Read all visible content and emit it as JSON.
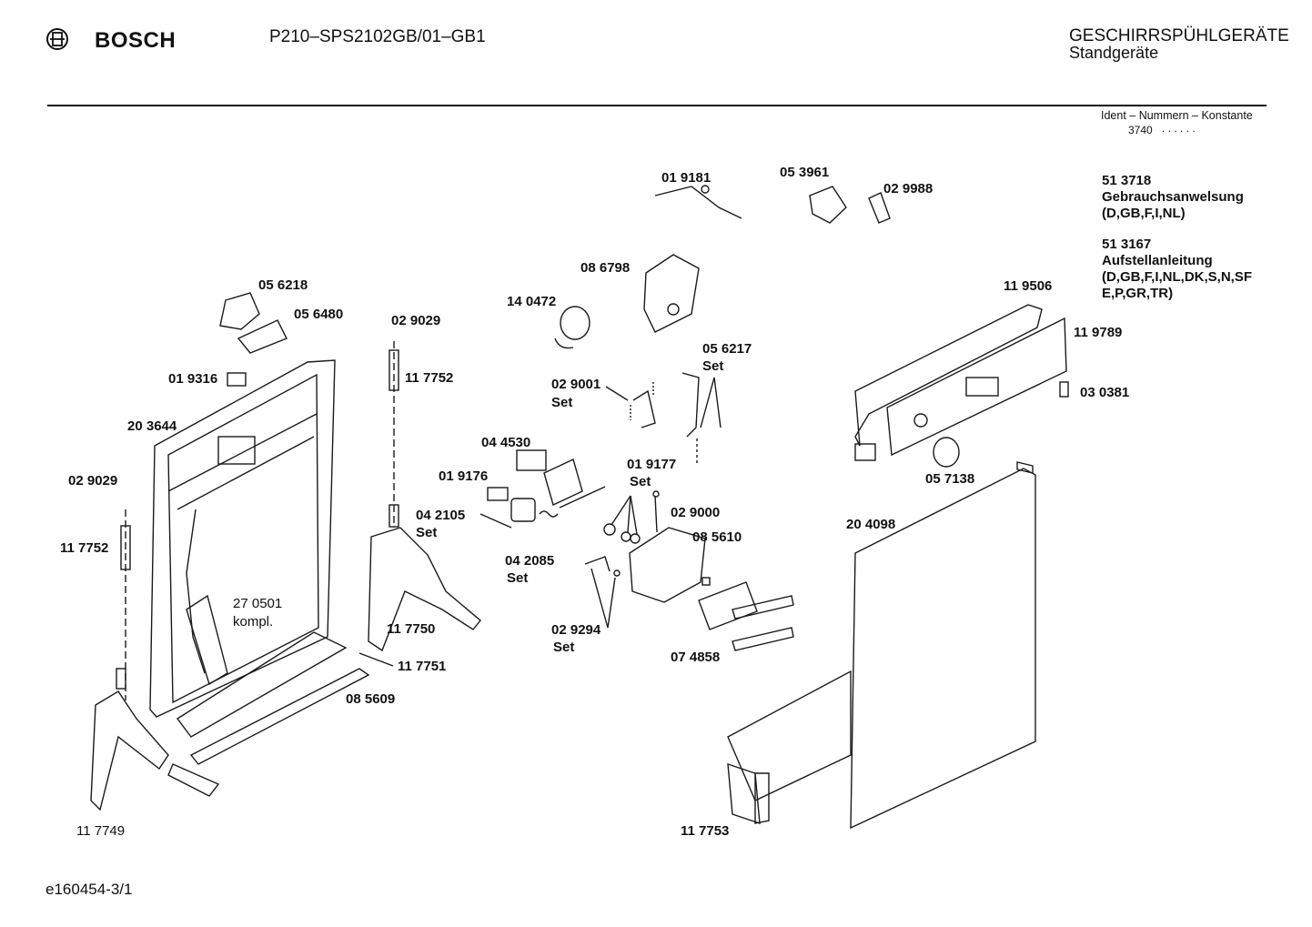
{
  "header": {
    "brand": "BOSCH",
    "model": "P210–SPS2102GB/01–GB1",
    "category_line1": "GESCHIRRSPÜHLGERÄTE",
    "category_line2": "Standgeräte",
    "ident_label": "Ident – Nummern – Konstante",
    "ident_value": "3740",
    "ident_dots": ". . . . . ."
  },
  "side_notes": [
    {
      "number": "51 3718",
      "title": "Gebrauchsanwelsung",
      "langs1": "(D,GB,F,I,NL)",
      "langs2": ""
    },
    {
      "number": "51 3167",
      "title": "Aufstellanleitung",
      "langs1": "(D,GB,F,I,NL,DK,S,N,SF",
      "langs2": "E,P,GR,TR)"
    }
  ],
  "parts": [
    {
      "text": "01 9181"
    },
    {
      "text": "05 3961"
    },
    {
      "text": "02 9988"
    },
    {
      "text": "05 6218"
    },
    {
      "text": "05 6480"
    },
    {
      "text": "02 9029"
    },
    {
      "text": "11 7752"
    },
    {
      "text": "14 0472"
    },
    {
      "text": "08 6798"
    },
    {
      "text": "05 6217"
    },
    {
      "text": "Set"
    },
    {
      "text": "11 9506"
    },
    {
      "text": "11 9789"
    },
    {
      "text": "01 9316"
    },
    {
      "text": "02 9001"
    },
    {
      "text": "Set"
    },
    {
      "text": "03 0381"
    },
    {
      "text": "20 3644"
    },
    {
      "text": "04 4530"
    },
    {
      "text": "01 9177"
    },
    {
      "text": "Set"
    },
    {
      "text": "05 7138"
    },
    {
      "text": "02 9029"
    },
    {
      "text": "01 9176"
    },
    {
      "text": "04 2105"
    },
    {
      "text": "Set"
    },
    {
      "text": "02 9000"
    },
    {
      "text": "20 4098"
    },
    {
      "text": "11 7752"
    },
    {
      "text": "08 5610"
    },
    {
      "text": "04 2085"
    },
    {
      "text": "Set"
    },
    {
      "text": "27 0501"
    },
    {
      "text": "kompl."
    },
    {
      "text": "11 7750"
    },
    {
      "text": "02 9294"
    },
    {
      "text": "Set"
    },
    {
      "text": "07 4858"
    },
    {
      "text": "11 7751"
    },
    {
      "text": "08 5609"
    },
    {
      "text": "11 7749"
    },
    {
      "text": "11 7753"
    }
  ],
  "footer": {
    "code": "e160454-3/1"
  }
}
